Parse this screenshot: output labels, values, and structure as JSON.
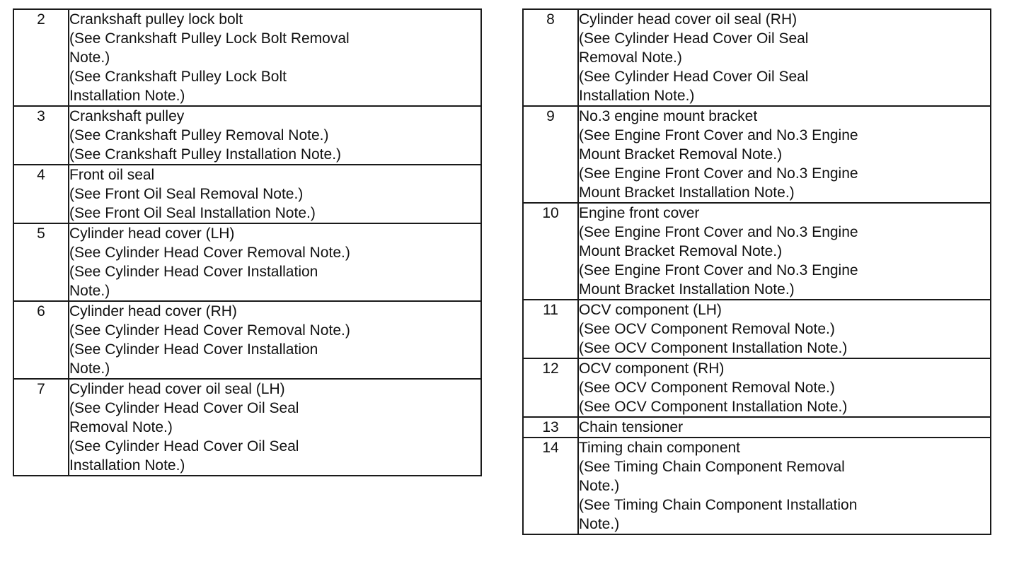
{
  "left_table": [
    {
      "number": "2",
      "lines": [
        "Crankshaft pulley lock bolt",
        "(See Crankshaft Pulley Lock Bolt Removal",
        "Note.)",
        "(See Crankshaft Pulley Lock Bolt",
        "Installation Note.)"
      ]
    },
    {
      "number": "3",
      "lines": [
        "Crankshaft pulley",
        "(See Crankshaft Pulley Removal Note.)",
        "(See Crankshaft Pulley Installation Note.)"
      ]
    },
    {
      "number": "4",
      "lines": [
        "Front oil seal",
        "(See Front Oil Seal Removal Note.)",
        "(See Front Oil Seal Installation Note.)"
      ]
    },
    {
      "number": "5",
      "lines": [
        "Cylinder head cover (LH)",
        "(See Cylinder Head Cover Removal Note.)",
        "(See Cylinder Head Cover Installation",
        "Note.)"
      ]
    },
    {
      "number": "6",
      "lines": [
        "Cylinder head cover (RH)",
        "(See Cylinder Head Cover Removal Note.)",
        "(See Cylinder Head Cover Installation",
        "Note.)"
      ]
    },
    {
      "number": "7",
      "lines": [
        "Cylinder head cover oil seal (LH)",
        "(See Cylinder Head Cover Oil Seal",
        "Removal Note.)",
        "(See Cylinder Head Cover Oil Seal",
        "Installation Note.)"
      ]
    }
  ],
  "right_table": [
    {
      "number": "8",
      "lines": [
        "Cylinder head cover oil seal (RH)",
        "(See Cylinder Head Cover Oil Seal",
        "Removal Note.)",
        "(See Cylinder Head Cover Oil Seal",
        "Installation Note.)"
      ]
    },
    {
      "number": "9",
      "lines": [
        "No.3 engine mount bracket",
        "(See Engine Front Cover and No.3 Engine",
        "Mount Bracket Removal Note.)",
        "(See Engine Front Cover and No.3 Engine",
        "Mount Bracket Installation Note.)"
      ]
    },
    {
      "number": "10",
      "lines": [
        "Engine front cover",
        "(See Engine Front Cover and No.3 Engine",
        "Mount Bracket Removal Note.)",
        "(See Engine Front Cover and No.3 Engine",
        "Mount Bracket Installation Note.)"
      ]
    },
    {
      "number": "11",
      "lines": [
        "OCV component (LH)",
        "(See OCV Component Removal Note.)",
        "(See OCV Component Installation Note.)"
      ]
    },
    {
      "number": "12",
      "lines": [
        "OCV component (RH)",
        "(See OCV Component Removal Note.)",
        "(See OCV Component Installation Note.)"
      ]
    },
    {
      "number": "13",
      "lines": [
        "Chain tensioner"
      ]
    },
    {
      "number": "14",
      "lines": [
        "Timing chain component",
        "(See Timing Chain Component Removal",
        "Note.)",
        "(See Timing Chain Component Installation",
        "Note.)"
      ]
    }
  ]
}
